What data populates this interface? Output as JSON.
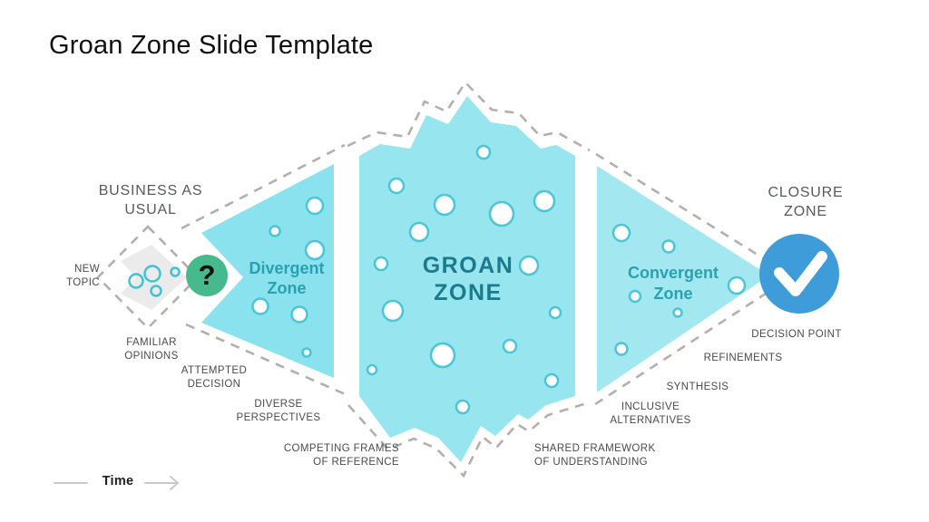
{
  "slide": {
    "title": "Groan Zone Slide Template"
  },
  "zones": {
    "business_as_usual": {
      "line1": "BUSINESS AS",
      "line2": "USUAL"
    },
    "new_topic": {
      "line1": "NEW",
      "line2": "TOPIC"
    },
    "divergent": {
      "line1": "Divergent",
      "line2": "Zone"
    },
    "groan": {
      "line1": "GROAN",
      "line2": "ZONE"
    },
    "convergent": {
      "line1": "Convergent",
      "line2": "Zone"
    },
    "closure": {
      "line1": "CLOSURE",
      "line2": "ZONE"
    }
  },
  "milestones": {
    "familiar_opinions": {
      "line1": "FAMILIAR",
      "line2": "OPINIONS"
    },
    "attempted_decision": {
      "line1": "ATTEMPTED",
      "line2": "DECISION"
    },
    "diverse_perspectives": {
      "line1": "DIVERSE",
      "line2": "PERSPECTIVES"
    },
    "competing_frames": {
      "line1": "COMPETING FRAMES",
      "line2": "OF REFERENCE"
    },
    "shared_framework": {
      "line1": "SHARED FRAMEWORK",
      "line2": "OF UNDERSTANDING"
    },
    "inclusive_alternatives": {
      "line1": "INCLUSIVE",
      "line2": "ALTERNATIVES"
    },
    "synthesis": {
      "label": "SYNTHESIS"
    },
    "refinements": {
      "label": "REFINEMENTS"
    },
    "decision_point": {
      "label": "DECISION POINT"
    }
  },
  "icons": {
    "question_mark": "?"
  },
  "timeline": {
    "label": "Time"
  },
  "colors": {
    "divergent_fill": "#89E2ED",
    "groan_fill": "#97E5EF",
    "convergent_fill": "#A3E8F0",
    "diamond_arrow_fill": "#EBEBEB",
    "bubble_stroke": "#4AC6D7",
    "dash_stroke": "#B7AEAA",
    "question_circle": "#46BA8D",
    "check_circle": "#3E9CD9",
    "zone_text": "#2AA1AE",
    "groan_text": "#1B7A8B",
    "label_text": "#4B4B4B"
  }
}
